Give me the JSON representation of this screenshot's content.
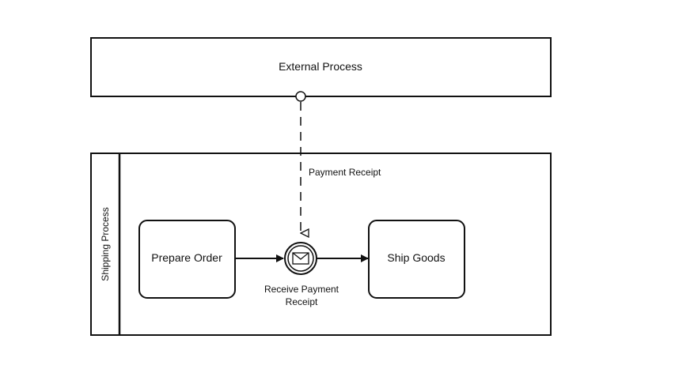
{
  "external_pool": {
    "label": "External Process"
  },
  "shipping_pool": {
    "label": "Shipping Process"
  },
  "message_flow": {
    "label": "Payment Receipt"
  },
  "tasks": {
    "prepare_order": "Prepare Order",
    "ship_goods": "Ship Goods"
  },
  "event": {
    "label_line1": "Receive Payment",
    "label_line2": "Receipt",
    "icon": "envelope-icon"
  },
  "colors": {
    "stroke": "#111111",
    "background": "#ffffff"
  }
}
